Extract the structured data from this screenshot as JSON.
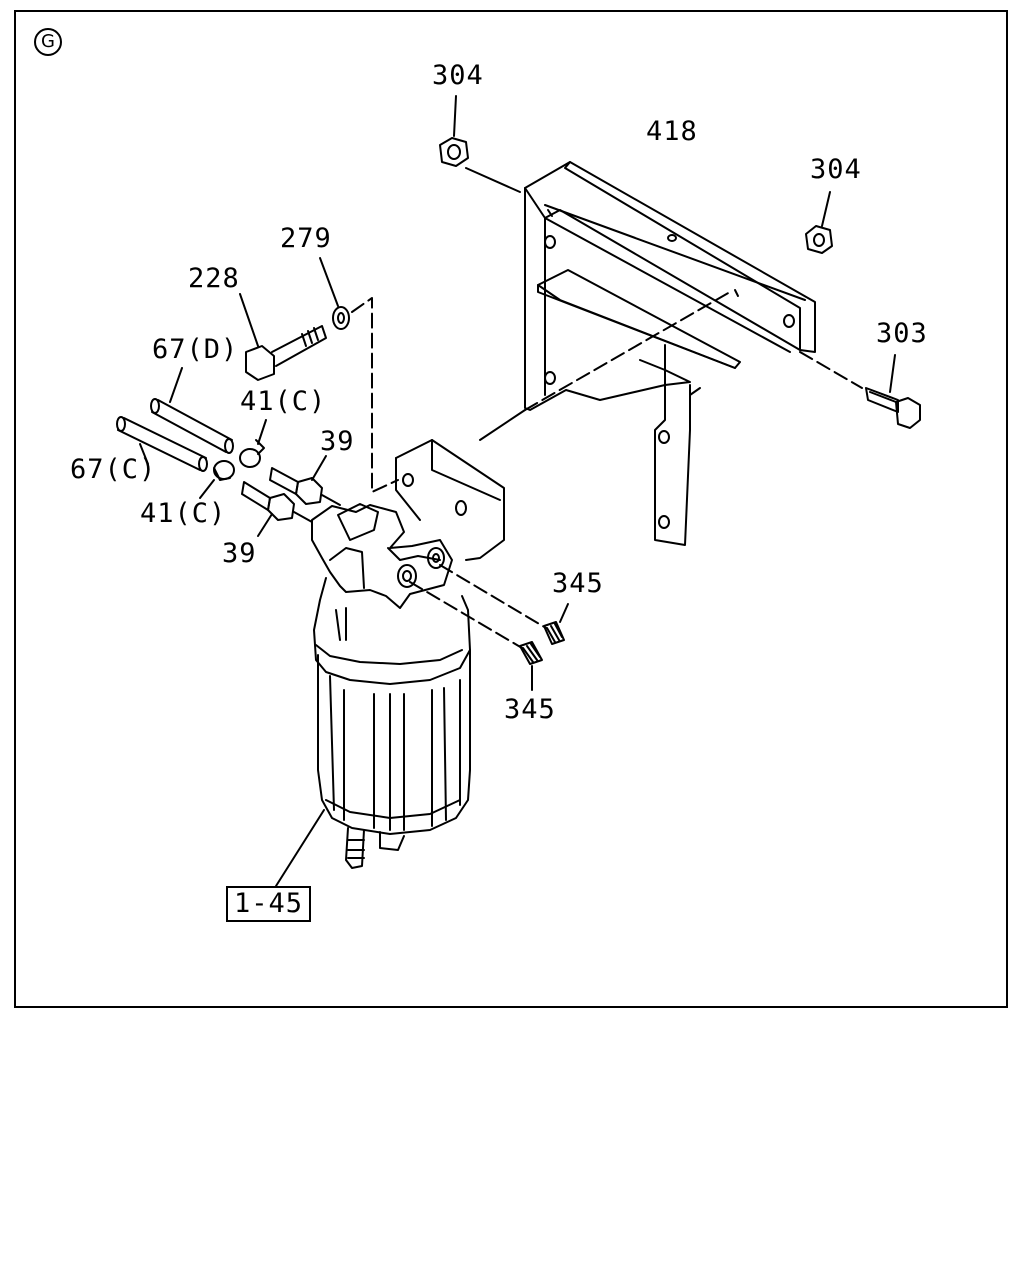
{
  "section_mark": "G",
  "callouts": {
    "c304_top": "304",
    "c418": "418",
    "c304_right": "304",
    "c303": "303",
    "c279": "279",
    "c228": "228",
    "c67d": "67(D)",
    "c41c_top": "41(C)",
    "c39_top": "39",
    "c67c": "67(C)",
    "c41c_bottom": "41(C)",
    "c39_bottom": "39",
    "c345_top": "345",
    "c345_bottom": "345",
    "ref_assembly": "1-45"
  }
}
